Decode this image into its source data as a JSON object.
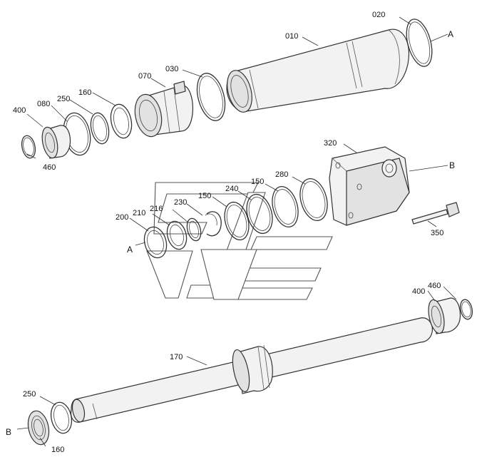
{
  "labels": {
    "p010": "010",
    "p020": "020",
    "p030": "030",
    "p070": "070",
    "p080": "080",
    "p160a": "160",
    "p250a": "250",
    "p400a": "400",
    "p460a": "460",
    "p320": "320",
    "p350": "350",
    "p150a": "150",
    "p150b": "150",
    "p240": "240",
    "p280": "280",
    "p230": "230",
    "p216": "216",
    "p210": "210",
    "p200": "200",
    "p170": "170",
    "p400b": "400",
    "p460b": "460",
    "p250b": "250",
    "p160b": "160"
  },
  "refs": {
    "A1": "A",
    "A2": "A",
    "B1": "B",
    "B2": "B"
  }
}
